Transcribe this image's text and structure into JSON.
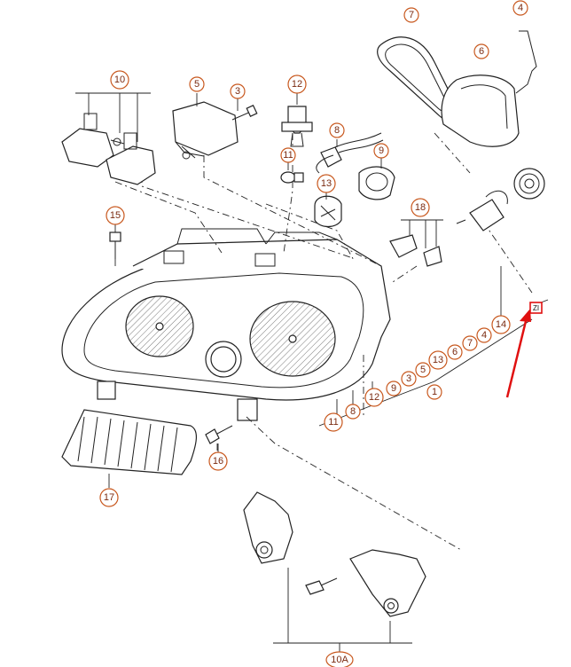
{
  "callouts": {
    "c7": "7",
    "c4_top": "4",
    "c6_top": "6",
    "c10": "10",
    "c5": "5",
    "c3": "3",
    "c12": "12",
    "c8": "8",
    "c11": "11",
    "c9": "9",
    "c13": "13",
    "c18": "18",
    "c15": "15",
    "c14": "14",
    "c11_row": "11",
    "c8_row": "8",
    "c12_row": "12",
    "c9_row": "9",
    "c3_row": "3",
    "c5_row": "5",
    "c13_row": "13",
    "c6_row": "6",
    "c7_row": "7",
    "c4_row": "4",
    "c1": "1",
    "c16": "16",
    "c17": "17",
    "c10A": "10A"
  },
  "marker": {
    "label": "ZI",
    "arrow_color": "#e01010"
  },
  "colors": {
    "callout_stroke": "#c8581e",
    "callout_text": "#7a2a10",
    "line": "#222222"
  }
}
